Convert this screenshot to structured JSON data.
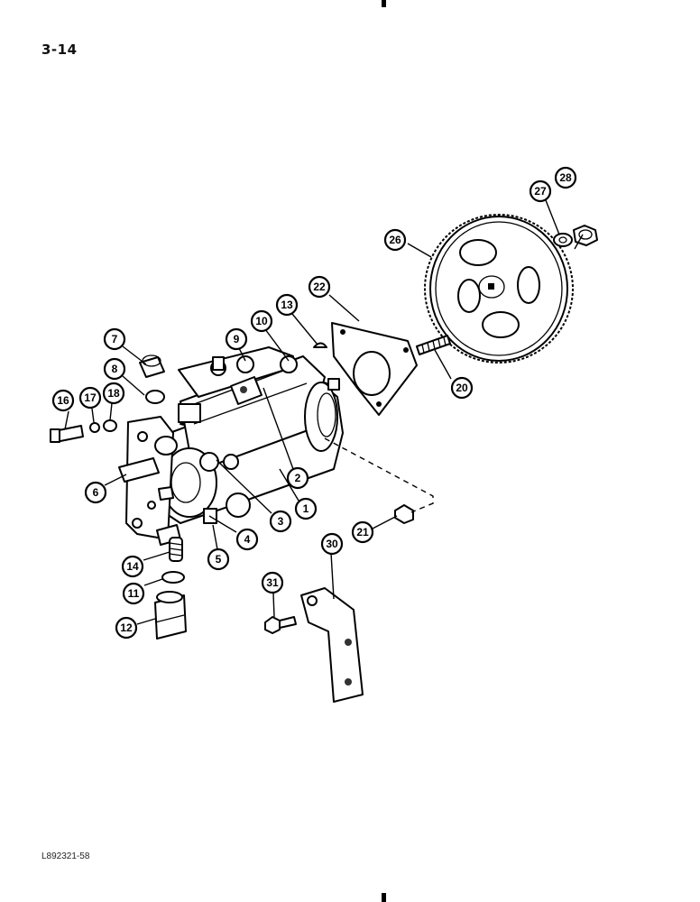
{
  "page": {
    "number": "3-14",
    "figure_code": "L892321-58"
  },
  "callouts": {
    "c1": "1",
    "c2": "2",
    "c3": "3",
    "c4": "4",
    "c5": "5",
    "c6": "6",
    "c7": "7",
    "c8": "8",
    "c9": "9",
    "c10": "10",
    "c11": "11",
    "c12": "12",
    "c13": "13",
    "c14": "14",
    "c16": "16",
    "c17": "17",
    "c18": "18",
    "c20": "20",
    "c21": "21",
    "c22": "22",
    "c26": "26",
    "c27": "27",
    "c28": "28",
    "c30": "30",
    "c31": "31"
  }
}
